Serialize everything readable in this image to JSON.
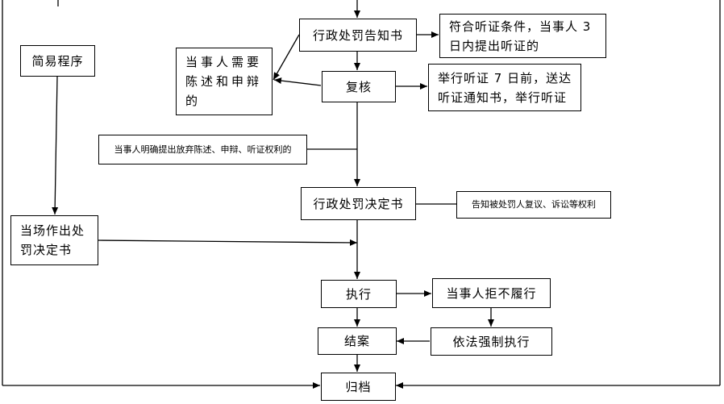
{
  "diagram": {
    "nodes": {
      "notice": "行政处罚告知书",
      "hearing_condition": "符合听证条件，当事人 3 日内提出听证的",
      "simple_procedure": "简易程序",
      "statement_defense": "当事人需要陈述和申辩的",
      "review": "复核",
      "hearing_notice": "举行听证 7 日前，送达听证通知书，举行听证",
      "waive_rights": "当事人明确提出放弃陈述、申辩、听证权利的",
      "decision": "行政处罚决定书",
      "inform_rights": "告知被处罚人复议、诉讼等权利",
      "on_site_decision": "当场作出处罚决定书",
      "execute": "执行",
      "refuse": "当事人拒不履行",
      "close_case": "结案",
      "enforce": "依法强制执行",
      "archive": "归档"
    }
  }
}
